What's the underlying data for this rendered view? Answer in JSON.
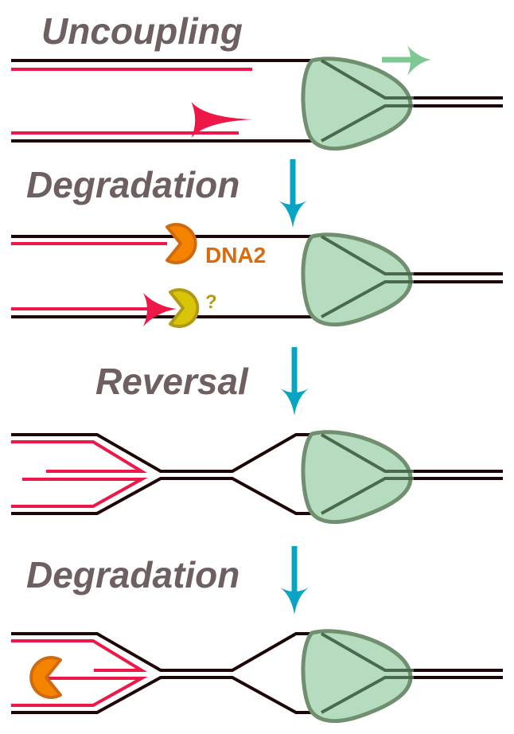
{
  "title": "Replication fork degradation model",
  "steps": [
    {
      "label": "Uncoupling"
    },
    {
      "label": "Degradation"
    },
    {
      "label": "Reversal"
    },
    {
      "label": "Degradation"
    }
  ],
  "enzymes": {
    "dna2_label": "DNA2",
    "unknown_label": "?"
  },
  "colors": {
    "parental_strand": "#1e0606",
    "nascent_strand": "#ee1848",
    "helicase_fill": "#b6dcbf",
    "helicase_stroke": "#6f8f6f",
    "direction_arrow": "#7ec893",
    "step_arrow": "#08a4c4",
    "dna2": "#f48400",
    "dna2_stroke": "#d06a10",
    "unknown_nuclease": "#d8c408",
    "unknown_stroke": "#b09a18",
    "label_text": "#6e5f60"
  },
  "icons": {
    "helicase": "helicase-blob-icon",
    "nuclease": "pacman-nuclease-icon",
    "step_arrow": "down-arrow-icon",
    "direction_arrow": "right-arrow-icon"
  }
}
